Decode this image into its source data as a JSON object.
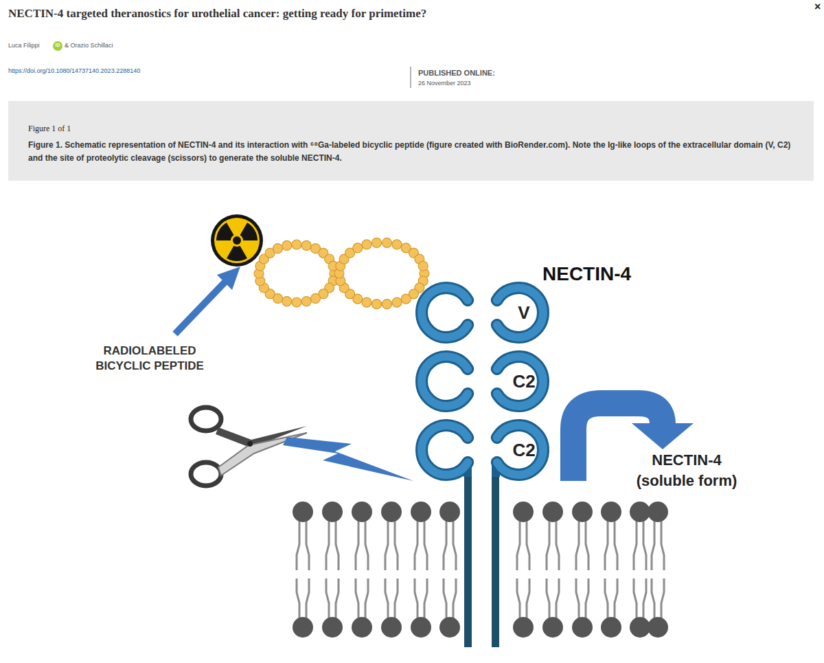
{
  "diagram": {
    "title": "NECTIN-4 targeted theranostics for urothelial cancer: getting ready for primetime?",
    "caption": "Figure 1. Schematic representation of NECTIN-4 and its interaction with ⁶⁸Ga-labeled bicyclic peptide (figure created with BioRender.com). Note the Ig-like loops of the extracellular domain (V, C2) and the site of proteolytic cleavage (scissors) to generate the soluble NECTIN-4.",
    "nodes": [
      {
        "text": [
          "V"
        ]
      },
      {
        "text": [
          "C2"
        ]
      },
      {
        "text": [
          "C2"
        ]
      }
    ],
    "labels": [
      "×",
      "Luca Filippi",
      "iD",
      "& Orazio Schillaci",
      "https://doi.org/10.1080/14737140.2023.2288140",
      "PUBLISHED ONLINE:",
      "26 November 2023",
      "Figure 1 of 1",
      "RADIOLABELED BICYCLIC PEPTIDE",
      "NECTIN-4",
      "NECTIN-4 (soluble form)"
    ]
  }
}
